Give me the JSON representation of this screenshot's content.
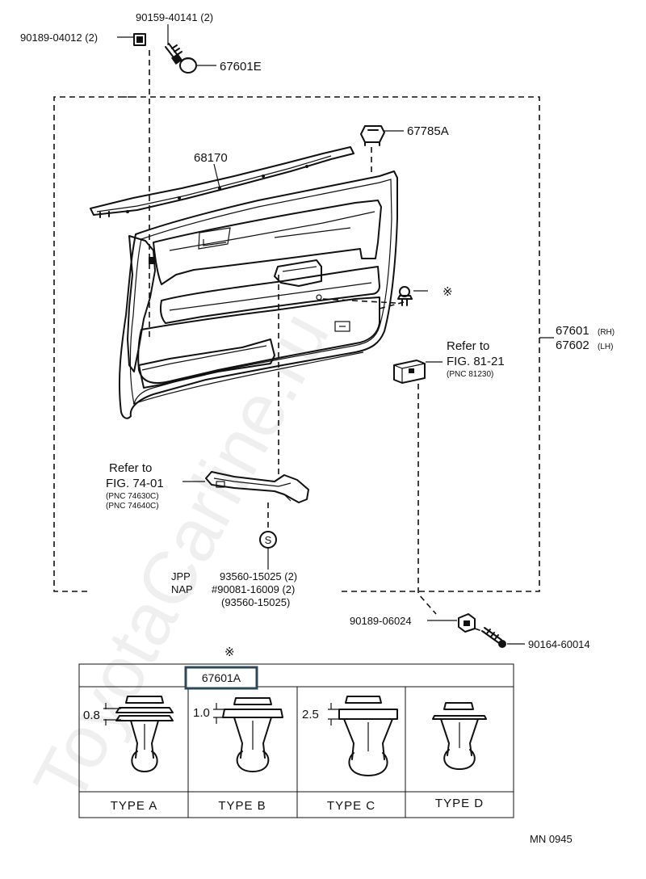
{
  "parts": {
    "screw_90189_04012": "90189-04012 (2)",
    "bolt_90159_40141": "90159-40141 (2)",
    "cap_67601E": "67601E",
    "bracket_67785A": "67785A",
    "weatherstrip_68170": "68170",
    "panel_rh": "67601",
    "panel_rh_side": "(RH)",
    "panel_lh": "67602",
    "panel_lh_side": "(LH)",
    "clip_symbol": "※",
    "ref_switch_line1": "Refer to",
    "ref_switch_line2": "FIG. 81-21",
    "ref_switch_pnc": "(PNC 81230)",
    "ref_handle_line1": "Refer to",
    "ref_handle_line2": "FIG. 74-01",
    "ref_handle_pnc1": "(PNC 74630C)",
    "ref_handle_pnc2": "(PNC 74640C)",
    "screw_symbol": "S",
    "jpp": "JPP",
    "nap": "NAP",
    "screw_93560_15025": "93560-15025 (2)",
    "screw_90081_16009": "#90081-16009 (2)",
    "screw_93560_paren": "(93560-15025)",
    "screw_90189_06024": "90189-06024",
    "screw_90164_60014": "90164-60014"
  },
  "clip_table": {
    "symbol": "※",
    "part_number": "67601A",
    "dims": [
      "0.8",
      "1.0",
      "2.5"
    ],
    "types": [
      "TYPE A",
      "TYPE B",
      "TYPE C",
      "TYPE D"
    ]
  },
  "watermark": "ToyotaCarline.ru",
  "footer_code": "MN 0945"
}
